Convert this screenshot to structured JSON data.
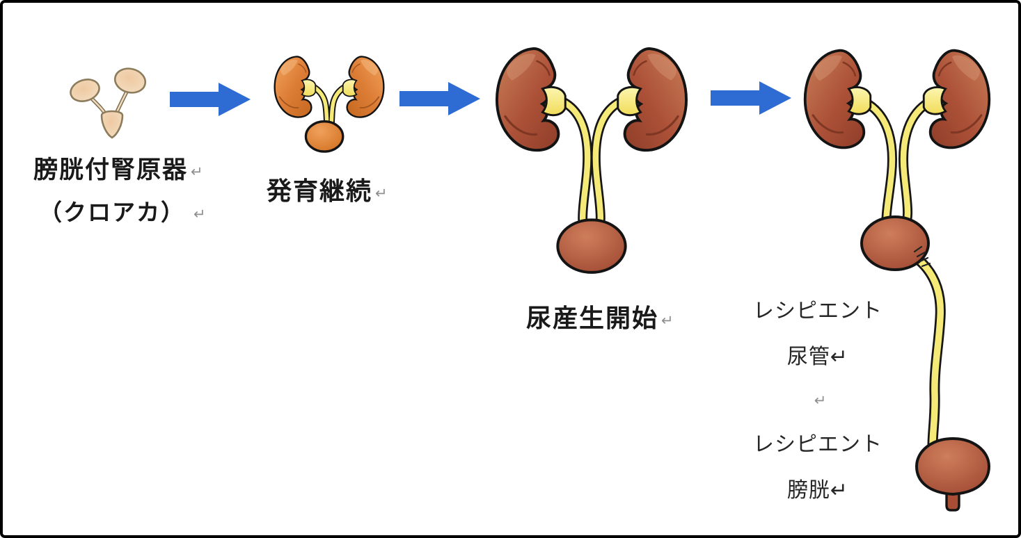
{
  "marks": {
    "return": "↵"
  },
  "colors": {
    "arrow": "#2E6BD2",
    "kidney_orange": "#DD7E37",
    "kidney_red": "#AC5138",
    "ureter_yellow": "#F5EA78",
    "bladder_red": "#B5563C",
    "cloaca_cream": "#F2D9BA",
    "label_text": "#1a1a1a",
    "return_mark": "#8f8f8f"
  },
  "diagram": {
    "stages": [
      {
        "illustration": "cloaca-with-kidney-primordia-icon",
        "label_lines": [
          "膀胱付腎原器",
          "（クロアカ）"
        ]
      },
      {
        "illustration": "small-kidneys-with-bladder-icon",
        "label_lines": [
          "発育継続"
        ]
      },
      {
        "illustration": "enlarged-kidneys-with-bladder-icon",
        "label_lines": [
          "尿産生開始"
        ]
      },
      {
        "illustration": "kidneys-with-recipient-ureter-and-bladder-icon",
        "label_lines": [
          "レシピエント",
          "尿管",
          "レシピエント",
          "膀胱"
        ]
      }
    ]
  }
}
